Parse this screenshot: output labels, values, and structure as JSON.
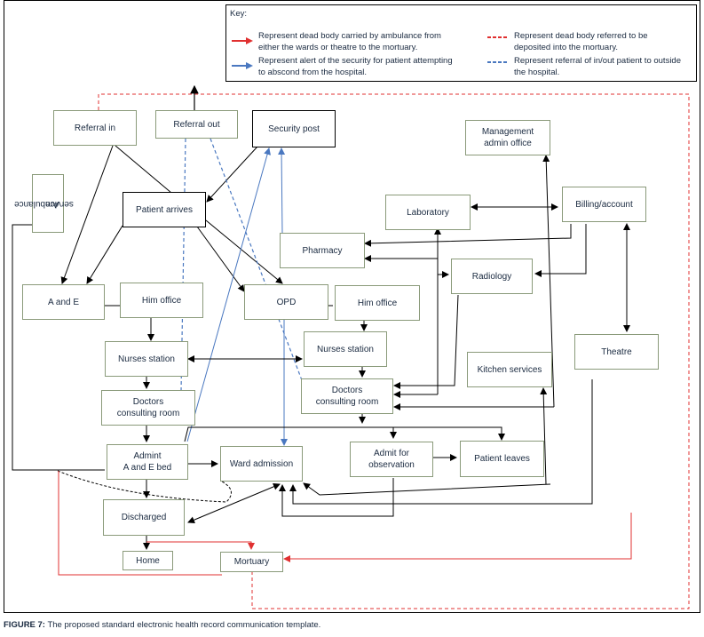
{
  "key": {
    "title": "Key:",
    "items": [
      {
        "style": "solid-red-arrow",
        "color": "#e03030",
        "text_line1": "Represent dead body carried by ambulance from",
        "text_line2": "either the wards or theatre to the mortuary."
      },
      {
        "style": "dashed-red",
        "color": "#e03030",
        "text_line1": "Represent dead body referred to be",
        "text_line2": "deposited into the mortuary."
      },
      {
        "style": "solid-blue-arrow",
        "color": "#4a78c0",
        "text_line1": "Represent alert of the security for patient attempting",
        "text_line2": "to abscond from the hospital."
      },
      {
        "style": "dashed-blue",
        "color": "#4a78c0",
        "text_line1": "Represent referral of in/out patient to outside",
        "text_line2": "the hospital."
      }
    ]
  },
  "nodes": {
    "referral_in": "Referral in",
    "referral_out": "Referral out",
    "security_post": "Security post",
    "management_line1": "Management",
    "management_line2": "admin office",
    "ambulance_line1": "Ambulance",
    "ambulance_line2": "service",
    "patient_arrives": "Patient arrives",
    "laboratory": "Laboratory",
    "billing": "Billing/account",
    "pharmacy": "Pharmacy",
    "radiology": "Radiology",
    "a_and_e": "A and E",
    "him_office_left": "Him office",
    "opd": "OPD",
    "him_office_right": "Him office",
    "nurses_left": "Nurses station",
    "nurses_right": "Nurses station",
    "kitchen": "Kitchen services",
    "theatre": "Theatre",
    "doctors_left_line1": "Doctors",
    "doctors_left_line2": "consulting room",
    "doctors_right_line1": "Doctors",
    "doctors_right_line2": "consulting room",
    "admint_line1": "Admint",
    "admint_line2": "A and E bed",
    "ward_admission": "Ward admission",
    "admit_obs_line1": "Admit for",
    "admit_obs_line2": "observation",
    "patient_leaves": "Patient leaves",
    "discharged": "Discharged",
    "home": "Home",
    "mortuary": "Mortuary"
  },
  "colors": {
    "red": "#e03030",
    "blue": "#4a78c0",
    "box_border": "#8a9a7a"
  },
  "caption": {
    "label": "FIGURE 7:",
    "text": " The proposed standard electronic health record communication template."
  }
}
